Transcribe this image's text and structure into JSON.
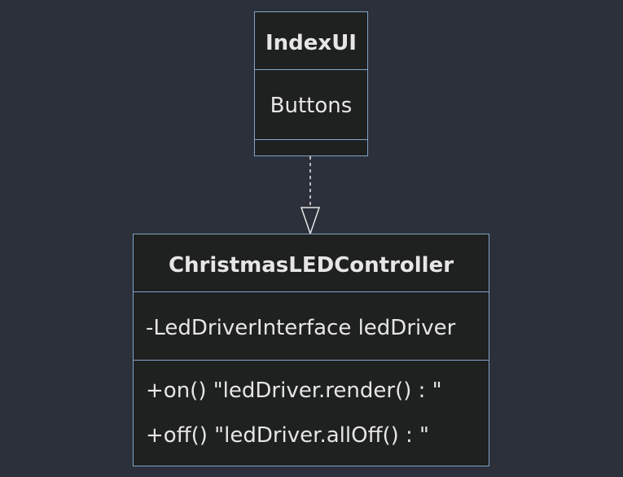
{
  "diagram": {
    "type": "uml-class",
    "colors": {
      "background": "#2c303a",
      "box_fill": "#1f2020",
      "box_border": "#81a4c8",
      "text": "#e6e6e6",
      "relation_line": "#e6e6e6"
    },
    "classes": {
      "indexui": {
        "name": "IndexUI",
        "attributes": [
          "Buttons"
        ],
        "methods": []
      },
      "controller": {
        "name": "ChristmasLEDController",
        "attributes": [
          "-LedDriverInterface ledDriver"
        ],
        "methods": [
          "+on() \"ledDriver.render() : \"",
          "+off() \"ledDriver.allOff() : \""
        ]
      }
    },
    "relations": [
      {
        "from": "IndexUI",
        "to": "ChristmasLEDController",
        "kind": "realization",
        "line": "dashed",
        "arrow": "hollow-triangle"
      }
    ]
  }
}
